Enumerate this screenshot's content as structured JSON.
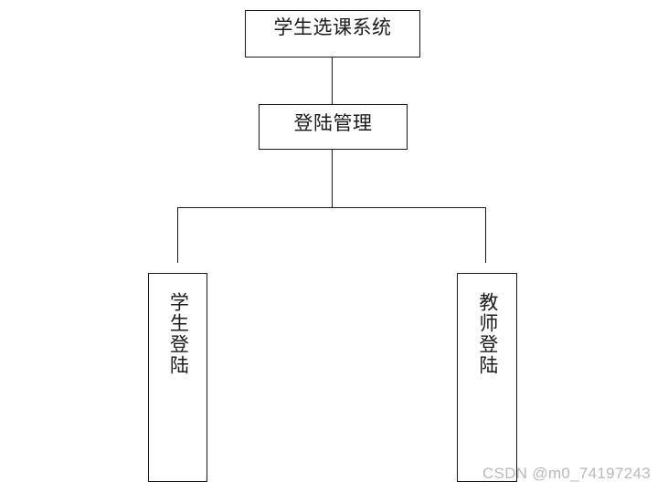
{
  "diagram": {
    "type": "tree-hierarchy",
    "background_color": "#ffffff",
    "line_color": "#1a1a1a",
    "nodes": [
      {
        "id": "root",
        "label": "学生选课系统",
        "orientation": "horizontal",
        "level": 0
      },
      {
        "id": "login",
        "label": "登陆管理",
        "orientation": "horizontal",
        "level": 1
      },
      {
        "id": "student",
        "label": "学生登陆",
        "orientation": "vertical",
        "level": 2
      },
      {
        "id": "teacher",
        "label": "教师登陆",
        "orientation": "vertical",
        "level": 2
      }
    ],
    "edges": [
      {
        "from": "root",
        "to": "login"
      },
      {
        "from": "login",
        "to": "student"
      },
      {
        "from": "login",
        "to": "teacher"
      }
    ]
  },
  "watermark": {
    "text": "CSDN @m0_74197243",
    "color": "#b9b9b9"
  }
}
